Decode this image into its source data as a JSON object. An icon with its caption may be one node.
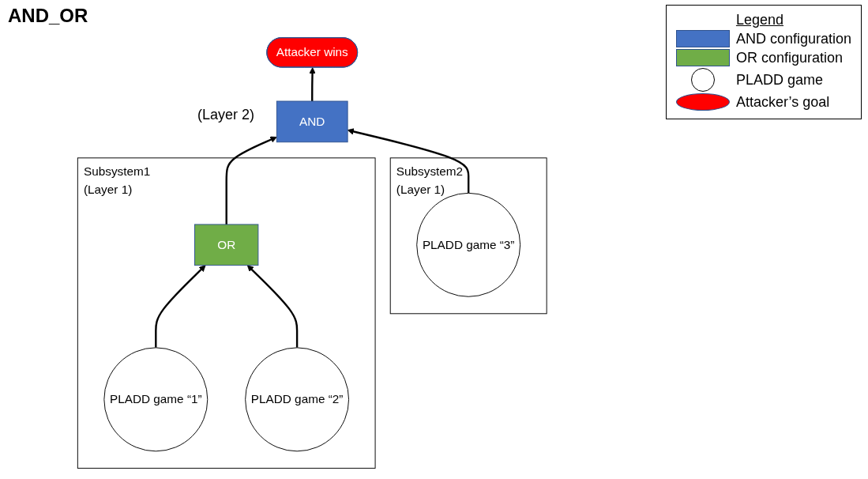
{
  "diagram": {
    "title": "AND_OR",
    "nodes": [
      {
        "text": [
          "Attacker wins"
        ]
      },
      {
        "text": [
          "AND"
        ]
      },
      {
        "text": [
          "Subsystem1 (Layer 1)"
        ]
      },
      {
        "text": [
          "OR"
        ],
        "in": 2
      },
      {
        "text": [
          "PLADD game “1”"
        ],
        "in": 2
      },
      {
        "text": [
          "PLADD game “2”"
        ],
        "in": 2
      },
      {
        "text": [
          "Subsystem2 (Layer 1)"
        ]
      },
      {
        "text": [
          "PLADD game “3”"
        ],
        "in": 6
      }
    ],
    "edges": [
      {
        "from": 1,
        "to": 0,
        "arrow": "to"
      },
      {
        "from": 3,
        "to": 1,
        "arrow": "to"
      },
      {
        "from": 7,
        "to": 1,
        "arrow": "to"
      },
      {
        "from": 4,
        "to": 3,
        "arrow": "to"
      },
      {
        "from": 5,
        "to": 3,
        "arrow": "to"
      }
    ],
    "labels": [
      "(Layer 2)",
      "Legend"
    ],
    "legend": [
      {
        "text": "AND configuration",
        "color": "#4472c4"
      },
      {
        "text": "OR configuration",
        "color": "#70ad47"
      },
      {
        "text": "PLADD game"
      },
      {
        "text": "Attacker’s goal",
        "color": "#ff0000"
      }
    ]
  }
}
